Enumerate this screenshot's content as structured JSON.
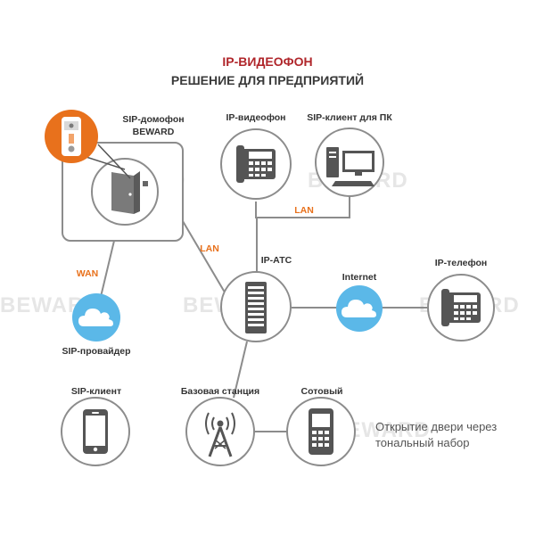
{
  "title": {
    "line1": "IP-ВИДЕОФОН",
    "line2": "РЕШЕНИЕ ДЛЯ ПРЕДПРИЯТИЙ"
  },
  "watermark": "BEWARD",
  "nodes": {
    "door_station": {
      "label_line1": "SIP-домофон",
      "label_line2": "BEWARD",
      "icon": "door-icon"
    },
    "ip_videophone": {
      "label": "IP-видеофон",
      "icon": "desk-phone-icon"
    },
    "sip_pc_client": {
      "label": "SIP-клиент для ПК",
      "icon": "computer-icon"
    },
    "ip_pbx": {
      "label": "IP-АТС",
      "icon": "server-icon"
    },
    "ip_phone": {
      "label": "IP-телефон",
      "icon": "desk-phone-icon"
    },
    "sip_provider": {
      "label": "SIP-провайдер",
      "icon": "cloud-icon"
    },
    "internet": {
      "label": "Internet",
      "icon": "cloud-icon"
    },
    "sip_client": {
      "label": "SIP-клиент",
      "icon": "smartphone-icon"
    },
    "base_station": {
      "label": "Базовая станция",
      "icon": "antenna-tower-icon"
    },
    "cellular": {
      "label": "Сотовый",
      "icon": "mobile-phone-icon"
    }
  },
  "links": {
    "lan_top": "LAN",
    "lan_mid": "LAN",
    "wan": "WAN"
  },
  "note": {
    "line1": "Открытие двери через",
    "line2": "тональный набор"
  },
  "colors": {
    "accent_orange": "#e8711c",
    "title_red": "#b0262b",
    "cloud_blue": "#5bb8e8",
    "line_gray": "#8c8c8c"
  }
}
